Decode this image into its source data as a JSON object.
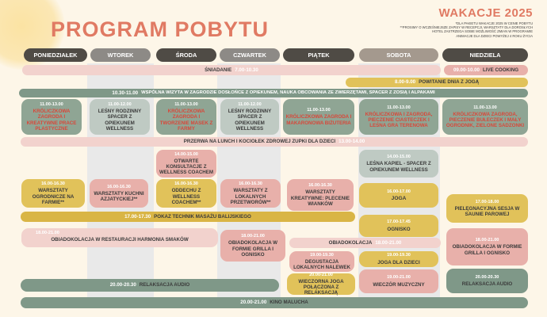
{
  "header": {
    "title": "PROGRAM POBYTU",
    "season": "WAKACJE 2025",
    "note_lines": [
      "*DLA PAKIETU WAKACJE 2025 W CENIE POBYTU",
      "**PROSIMY O WCZEŚNIEJSZE ZAPISY W RECEPCJI, WARSZTATY DLA DOROSŁYCH",
      "HOTEL ZASTRZEGA SOBIE MOŻLIWOŚĆ ZMIAN W PROGRAMIE",
      "ANIMACJE DLA DZIECI POWYŻEJ 4 ROKU ŻYCIA"
    ]
  },
  "days": [
    "PONIEDZIAŁEK",
    "WTOREK",
    "ŚRODA",
    "CZWARTEK",
    "PIĄTEK",
    "SOBOTA",
    "NIEDZIELA"
  ],
  "events": {
    "breakfast": {
      "label": "ŚNIADANIE",
      "time": "7.00-10.30"
    },
    "live_cooking": {
      "label": "LIVE COOKING",
      "time": "09.00-10.00"
    },
    "yoga_morning": {
      "label": "POWITANIE DNIA Z JOGĄ",
      "time": "8.00-9.00"
    },
    "farm_visit": {
      "label": "WSPÓLNA WIZYTA W ZAGRODZIE DOSŁOŃCE Z OPIEKUNEM, NAUKA OBCOWANIA ZE ZWIERZĘTAMI, SPACER Z ZOSIĄ I ALPAKAMI",
      "time": "10.30-11.00"
    },
    "late_morning": [
      {
        "time": "11.00-13.00",
        "label": "KRÓLICZKOWA ZAGRODA I KREATYWNE PRACE PLASTYCZNE"
      },
      {
        "time": "11.00-12.00",
        "label": "LEŚNY RODZINNY SPACER Z OPIEKUNEM WELLNESS"
      },
      {
        "time": "11.00-13.00",
        "label": "KRÓLICZKOWA ZAGRODA I TWORZENIE MASEK Z FARMY"
      },
      {
        "time": "11.00-12.00",
        "label": "LEŚNY RODZINNY SPACER Z OPIEKUNEM WELLNESS"
      },
      {
        "time": "11.00-13.00",
        "label": "KRÓLICZKOWA ZAGRODA I MAKARONOWA BIŻUTERIA"
      },
      {
        "time": "11.00-13.00",
        "label": "KRÓLICZKOWA I ZAGRODA, PIECZENIE CIASTECZEK I LEŚNA GRA TERENOWA"
      },
      {
        "time": "11.00-13.00",
        "label": "KRÓLICZKOWA ZAGRODA, PIECZENIE BUŁECZEK I MAŁY OGRODNIK, ZIELONE SADZONKI"
      }
    ],
    "lunch_break": {
      "label": "PRZERWA NA LUNCH I KOCIOŁEK ZDROWEJ ZUPKI DLA DZIECI",
      "time": "13.00-14.00"
    },
    "wed_consult": {
      "time": "14.00-15.00",
      "label": "OTWARTE KONSULTACJE Z WELLNESS COACHEM"
    },
    "sat_walk": {
      "time": "14.00-15.00",
      "label": "LEŚNA KAPIEL - SPACER Z OPIEKUNEM WELLNESS"
    },
    "afternoon": [
      {
        "time": "16.00-16.30",
        "label": "WARSZTATY OGRODNICZE NA FARMIE**"
      },
      {
        "time": "16.00-16.30",
        "label": "WARSZTATY KUCHNI AZJATYCKIEJ**"
      },
      {
        "time": "16.00-16.30",
        "label": "ODDECHU Z WELLNESS COACHEM**"
      },
      {
        "time": "16.00-16.30",
        "label": "WARSZTATY Z LOKALNYCH PRZETWORÓW**"
      },
      {
        "time": "16.00-16.30",
        "label": "WARSZTATY KREATYWNE: PLECENIE WIANKÓW"
      },
      {
        "time": "16.00-17.00",
        "label": "JOGA"
      },
      {
        "time": "17.00-18.00",
        "label": "PIELĘGNACYJNA SESJA W SAUNIE PAROWEJ"
      }
    ],
    "massage": {
      "label": "POKAZ TECHNIK MASAŻU BALIJSKIEGO",
      "time": "17.00-17.30"
    },
    "sat_campfire": {
      "time": "17.00-17.45",
      "label": "OGNISKO"
    },
    "dinner_mon": {
      "time": "18.00-21.00",
      "label": "OBIADOKOLACJA W RESTAURACJI HARMONIA SMAKÓW"
    },
    "dinner_thu": {
      "time": "18.00-21.00",
      "label": "OBIADOKOLACJA W FORMIE GRILLA I OGNISKO"
    },
    "dinner_fri_sat": {
      "label": "OBIADOKOLACJA",
      "time": "18.00-21.00"
    },
    "dinner_sun": {
      "time": "18.00-21.00",
      "label": "OBIADOKOLACJA W FORMIE GRILLA I OGNISKO"
    },
    "tasting": {
      "time": "19.00-19.30",
      "label": "DEGUSTACJA LOKALNYCH NALEWEK"
    },
    "kids_yoga": {
      "time": "19.00-19.30",
      "label": "JOGA DLA DZIECI"
    },
    "music_evening": {
      "time": "19.00-21.00",
      "label": "WIECZÓR MUZYCZNY"
    },
    "evening_yoga": {
      "time": "20.00-21.00",
      "label": "WIECZORNA JOGA POŁĄCZONA Z RELAKSACJĄ"
    },
    "relax_audio": {
      "time": "20.00-20.30",
      "label": "RELAKSACJA AUDIO"
    },
    "relax_audio_sun": {
      "time": "20.00-20.30",
      "label": "RELAKSACJA AUDIO"
    },
    "cinema": {
      "time": "20.00-21.00",
      "label": "KINO MALUCHA"
    }
  }
}
